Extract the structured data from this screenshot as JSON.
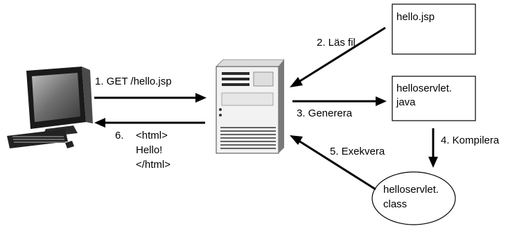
{
  "nodes": {
    "jsp_file": "hello.jsp",
    "servlet_java": [
      "helloservlet.",
      "java"
    ],
    "servlet_class": [
      "helloservlet.",
      "class"
    ]
  },
  "edges": {
    "request": "1. GET /hello.jsp",
    "read_file": "2. Läs fil",
    "generate": "3. Generera",
    "compile": "4. Kompilera",
    "execute": "5. Exekvera",
    "response_step": "6.",
    "response_body": [
      "<html>",
      "Hello!",
      "</html>"
    ]
  },
  "icons": {
    "client": "computer-workstation-icon",
    "server": "tower-server-icon"
  }
}
